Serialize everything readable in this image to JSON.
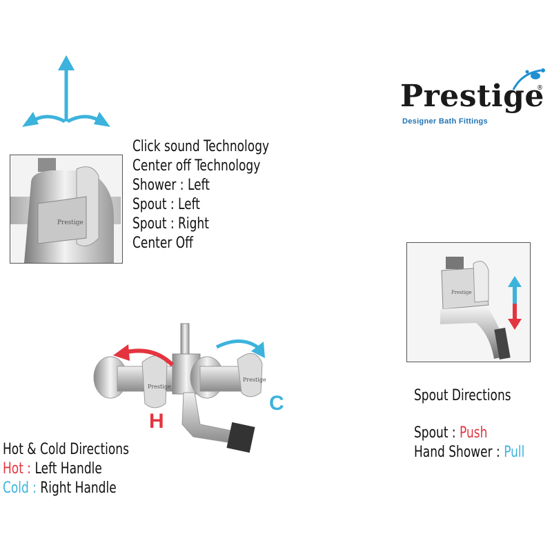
{
  "brand": {
    "name": "Prestige",
    "registered": "®",
    "tagline": "Designer Bath Fittings",
    "tagline_color": "#1f73b5"
  },
  "features": [
    "Click sound Technology",
    "Center off Technology",
    "Shower : Left",
    "Spout : Left",
    "Spout : Right",
    "Center Off"
  ],
  "product_engraving": "Prestige",
  "hot_cold": {
    "h_letter": "H",
    "c_letter": "C",
    "heading": "Hot & Cold Directions",
    "hot_label": "Hot :",
    "hot_value": "Left Handle",
    "cold_label": "Cold :",
    "cold_value": "Right Handle"
  },
  "spout": {
    "heading": "Spout Directions",
    "spout_label": "Spout :",
    "spout_value": "Push",
    "shower_label": "Hand Shower :",
    "shower_value": "Pull"
  },
  "colors": {
    "hot": "#e4343f",
    "cold": "#3cb3dc",
    "arrow_blue": "#3cb3dc",
    "chrome": "#b9b9b9"
  },
  "icons": [
    "three-way-arrow-icon",
    "water-drop-icon",
    "counter-clockwise-arrow-icon",
    "clockwise-arrow-icon",
    "up-down-arrow-icon"
  ]
}
